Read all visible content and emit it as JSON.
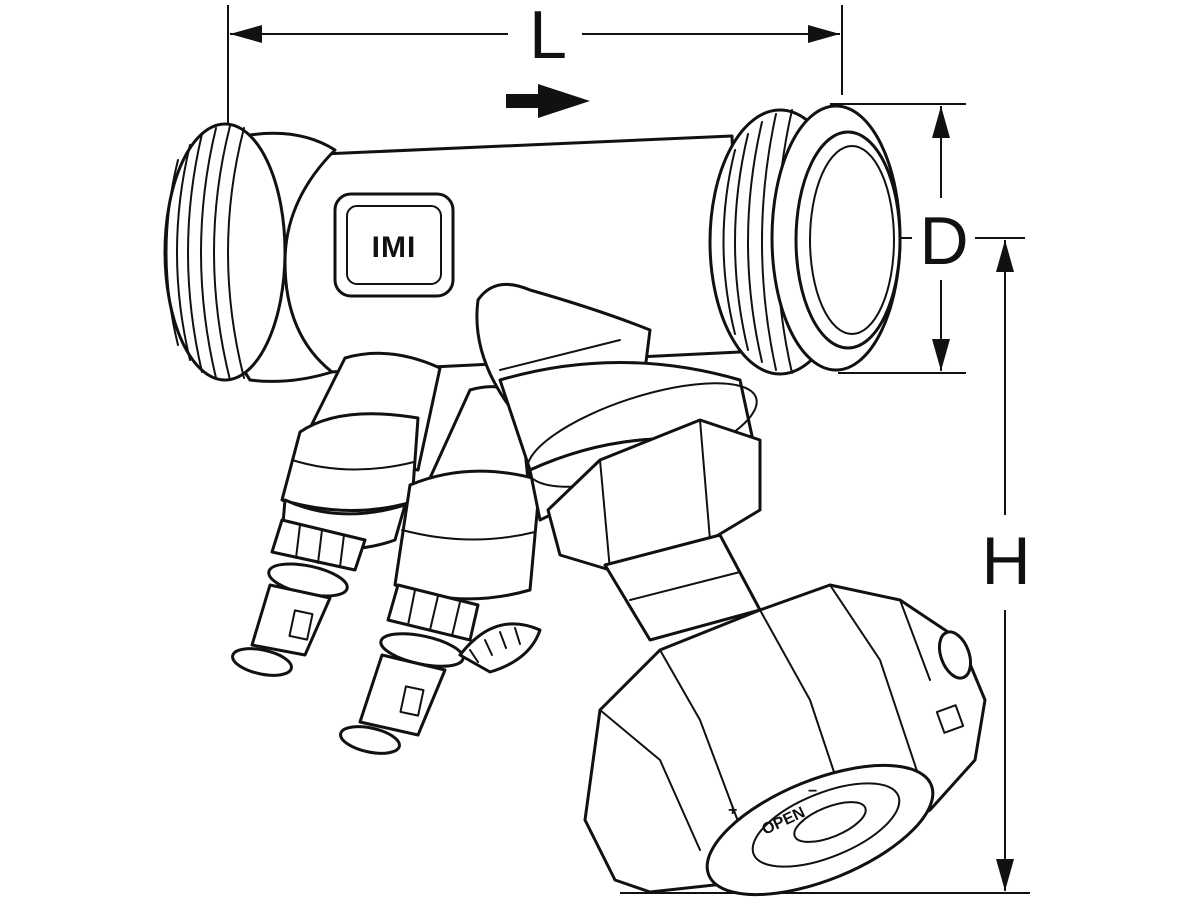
{
  "figure": {
    "dimensions": {
      "length_label": "L",
      "diameter_label": "D",
      "height_label": "H"
    },
    "logo_text": "IMI",
    "knob": {
      "open_label": "OPEN",
      "plus_sign": "+",
      "minus_sign": "−"
    },
    "colors": {
      "line": "#111111",
      "fill": "#ffffff"
    }
  }
}
